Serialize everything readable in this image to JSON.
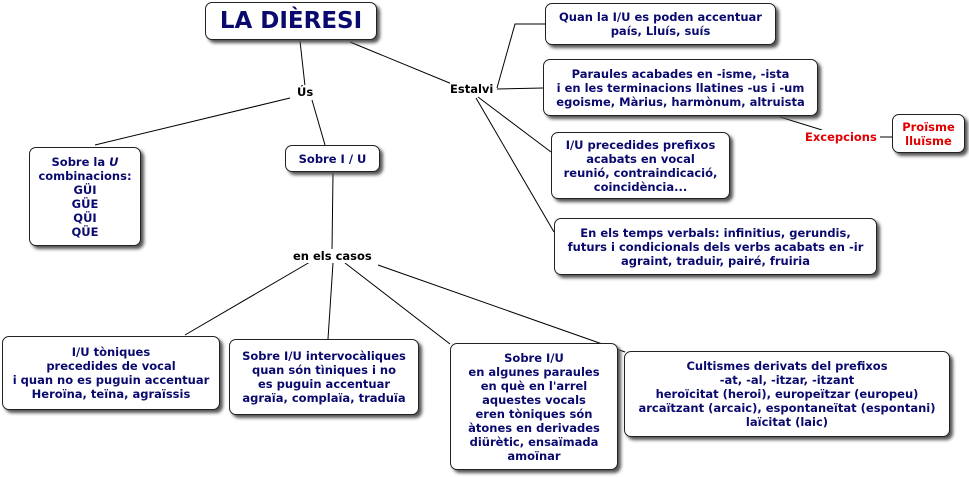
{
  "title": "LA DIÈRESI",
  "labels": {
    "us": "Ús",
    "estalvi": "Estalvi",
    "casos": "en els casos",
    "excepcions": "Excepcions"
  },
  "estalvi_boxes": [
    [
      "Quan la I/U es poden accentuar",
      "país, Lluís, suís"
    ],
    [
      "Paraules acabades en -isme, -ista",
      "i en les terminacions llatines -us i -um",
      "egoisme, Màrius, harmònum, altruista"
    ],
    [
      "I/U precedides prefixos",
      "acabats en vocal",
      "reunió, contraindicació,",
      "coincidència..."
    ],
    [
      "En els temps verbals: infinitius, gerundis,",
      "futurs i condicionals dels verbs acabats en -ir",
      "agraint, traduir, pairé, fruiria"
    ]
  ],
  "excepcions_box": [
    "Proïsme",
    "lluïsme"
  ],
  "us_boxes": {
    "sobre_u": {
      "prefix": "Sobre la ",
      "u": "U",
      "lines": [
        "combinacions:",
        "GÜI",
        "GÜE",
        "QÜI",
        "QÜE"
      ]
    },
    "sobre_iu": "Sobre I / U"
  },
  "casos_boxes": [
    [
      "I/U tòniques",
      "precedides de vocal",
      "i quan no es puguin accentuar",
      "Heroïna, teïna, agraïssis"
    ],
    [
      "Sobre I/U intervocàliques",
      "quan són tìniques i no",
      "es puguin accentuar",
      "agraïa, complaïa, traduïa"
    ],
    [
      "Sobre I/U",
      "en algunes paraules",
      "en què en l'arrel",
      "aquestes vocals",
      "eren tòniques són",
      "àtones en derivades",
      "diürètic, ensaïmada",
      "amoïnar"
    ],
    [
      "Cultismes derivats del prefixos",
      "-at, -al, -itzar, -itzant",
      "heroïcitat (heroi), europeïtzar (europeu)",
      "arcaïtzant (arcaic), espontaneïtat (espontani)",
      "laïcitat (laic)"
    ]
  ]
}
